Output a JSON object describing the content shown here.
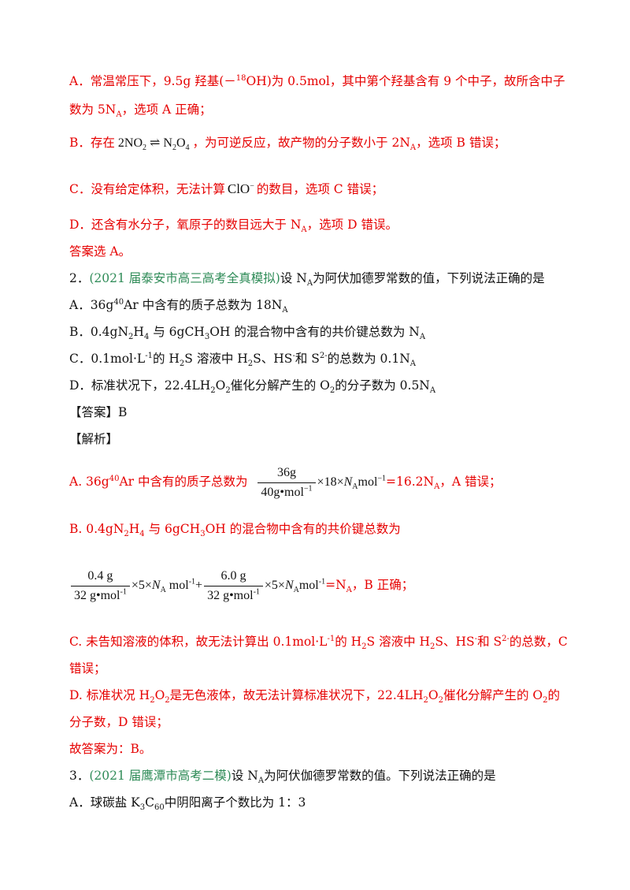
{
  "q1_analysis": {
    "a_line1": "A．常温常压下，9.5g 羟基(－",
    "a_iso": "18",
    "a_line1b": "OH)为 0.5mol，其中第个羟基含有 9 个中子，故所含中子",
    "a_line2a": "数为 5N",
    "a_line2b": "，选项 A 正确；",
    "sub_A": "A",
    "b_pre": "B．存在",
    "b_eq_left": "2NO",
    "b_eq_arrow": "⇌",
    "b_eq_right": "N",
    "b_post1": "，为可逆反应，故产物的分子数小于 2N",
    "b_post2": "，选项 B 错误；",
    "c_pre": "C．没有给定体积，无法计算",
    "c_ion": "ClO",
    "c_charge": "−",
    "c_post": "的数目，选项 C 错误；",
    "d_line1": "D．还含有水分子，氧原子的数目远大于 N",
    "d_line1b": "，选项 D 错误。",
    "answer": "答案选 A。"
  },
  "q2": {
    "num": "2．",
    "source": "(2021 届泰安市高三高考全真模拟)",
    "stem_a": "设 N",
    "stem_b": "为阿伏加德罗常数的值，下列说法正确的是",
    "optA_a": "A．36g",
    "optA_iso": "40",
    "optA_b": "Ar 中含有的质子总数为 18N",
    "optB_a": "B．0.4gN",
    "optB_b": "H",
    "optB_c": " 与 6gCH",
    "optB_d": "OH 的混合物中含有的共价键总数为 N",
    "optC_a": "C．0.1mol·L",
    "optC_sup": "-1",
    "optC_b": "的 H",
    "optC_c": "S 溶液中 H",
    "optC_d": "S、HS",
    "optC_e": "和 S",
    "optC_f": "的总数为 0.1N",
    "optD_a": "D．标准状况下，22.4LH",
    "optD_b": "O",
    "optD_c": "催化分解产生的 O",
    "optD_d": "的分子数为 0.5N",
    "answer_label": "【答案】B",
    "analysis_label": "【解析】",
    "exA_a": "A. 36g",
    "exA_b": "Ar 中含有的质子总数为",
    "exA_num": "36g",
    "exA_den_a": "40g",
    "exA_den_dot": "•",
    "exA_den_b": "mol",
    "exA_den_sup": "−1",
    "exA_mid": "×18×",
    "exA_mol": "mol",
    "exA_mol_sup": "−1",
    "exA_res": "=16.2N",
    "exA_end": "，A 错误；",
    "exB_a": "B. 0.4gN",
    "exB_b": " 与 6gCH",
    "exB_c": "OH 的混合物中含有的共价键总数为",
    "exB_num1": "0.4 g",
    "exB_den1": "32 g•mol",
    "exB_mid1": "×5×",
    "exB_mol1": " mol",
    "exB_plus": "+",
    "exB_num2": "6.0 g",
    "exB_den2": "32 g•mol",
    "exB_mid2": "×5×",
    "exB_mol2": "mol",
    "exB_res": "=N",
    "exB_end": "，B 正确；",
    "exC_a": "C. 未告知溶液的体积，故无法计算出 0.1mol·L",
    "exC_b": "的 H",
    "exC_c": "S 溶液中 H",
    "exC_d": "S、HS",
    "exC_e": "和 S",
    "exC_f": "的总数，C",
    "exC_line2": "错误；",
    "exD_a": "D. 标准状况 H",
    "exD_b": "是无色液体，故无法计算标准状况下，22.4LH",
    "exD_c": "催化分解产生的 O",
    "exD_d": "的",
    "exD_line2": "分子数，D 错误；",
    "conclusion": "故答案为：B。"
  },
  "q3": {
    "num": "3．",
    "source": "(2021 届鹰潭市高考二模)",
    "stem_a": "设 N",
    "stem_b": "为阿伏伽德罗常数的值。下列说法正确的是",
    "optA_a": "A．球碳盐 K",
    "optA_b": "C",
    "optA_c": "中阴阳离子个数比为 1：3"
  },
  "colors": {
    "analysis": "#e60000",
    "source": "#2e8b57",
    "body": "#111111"
  }
}
